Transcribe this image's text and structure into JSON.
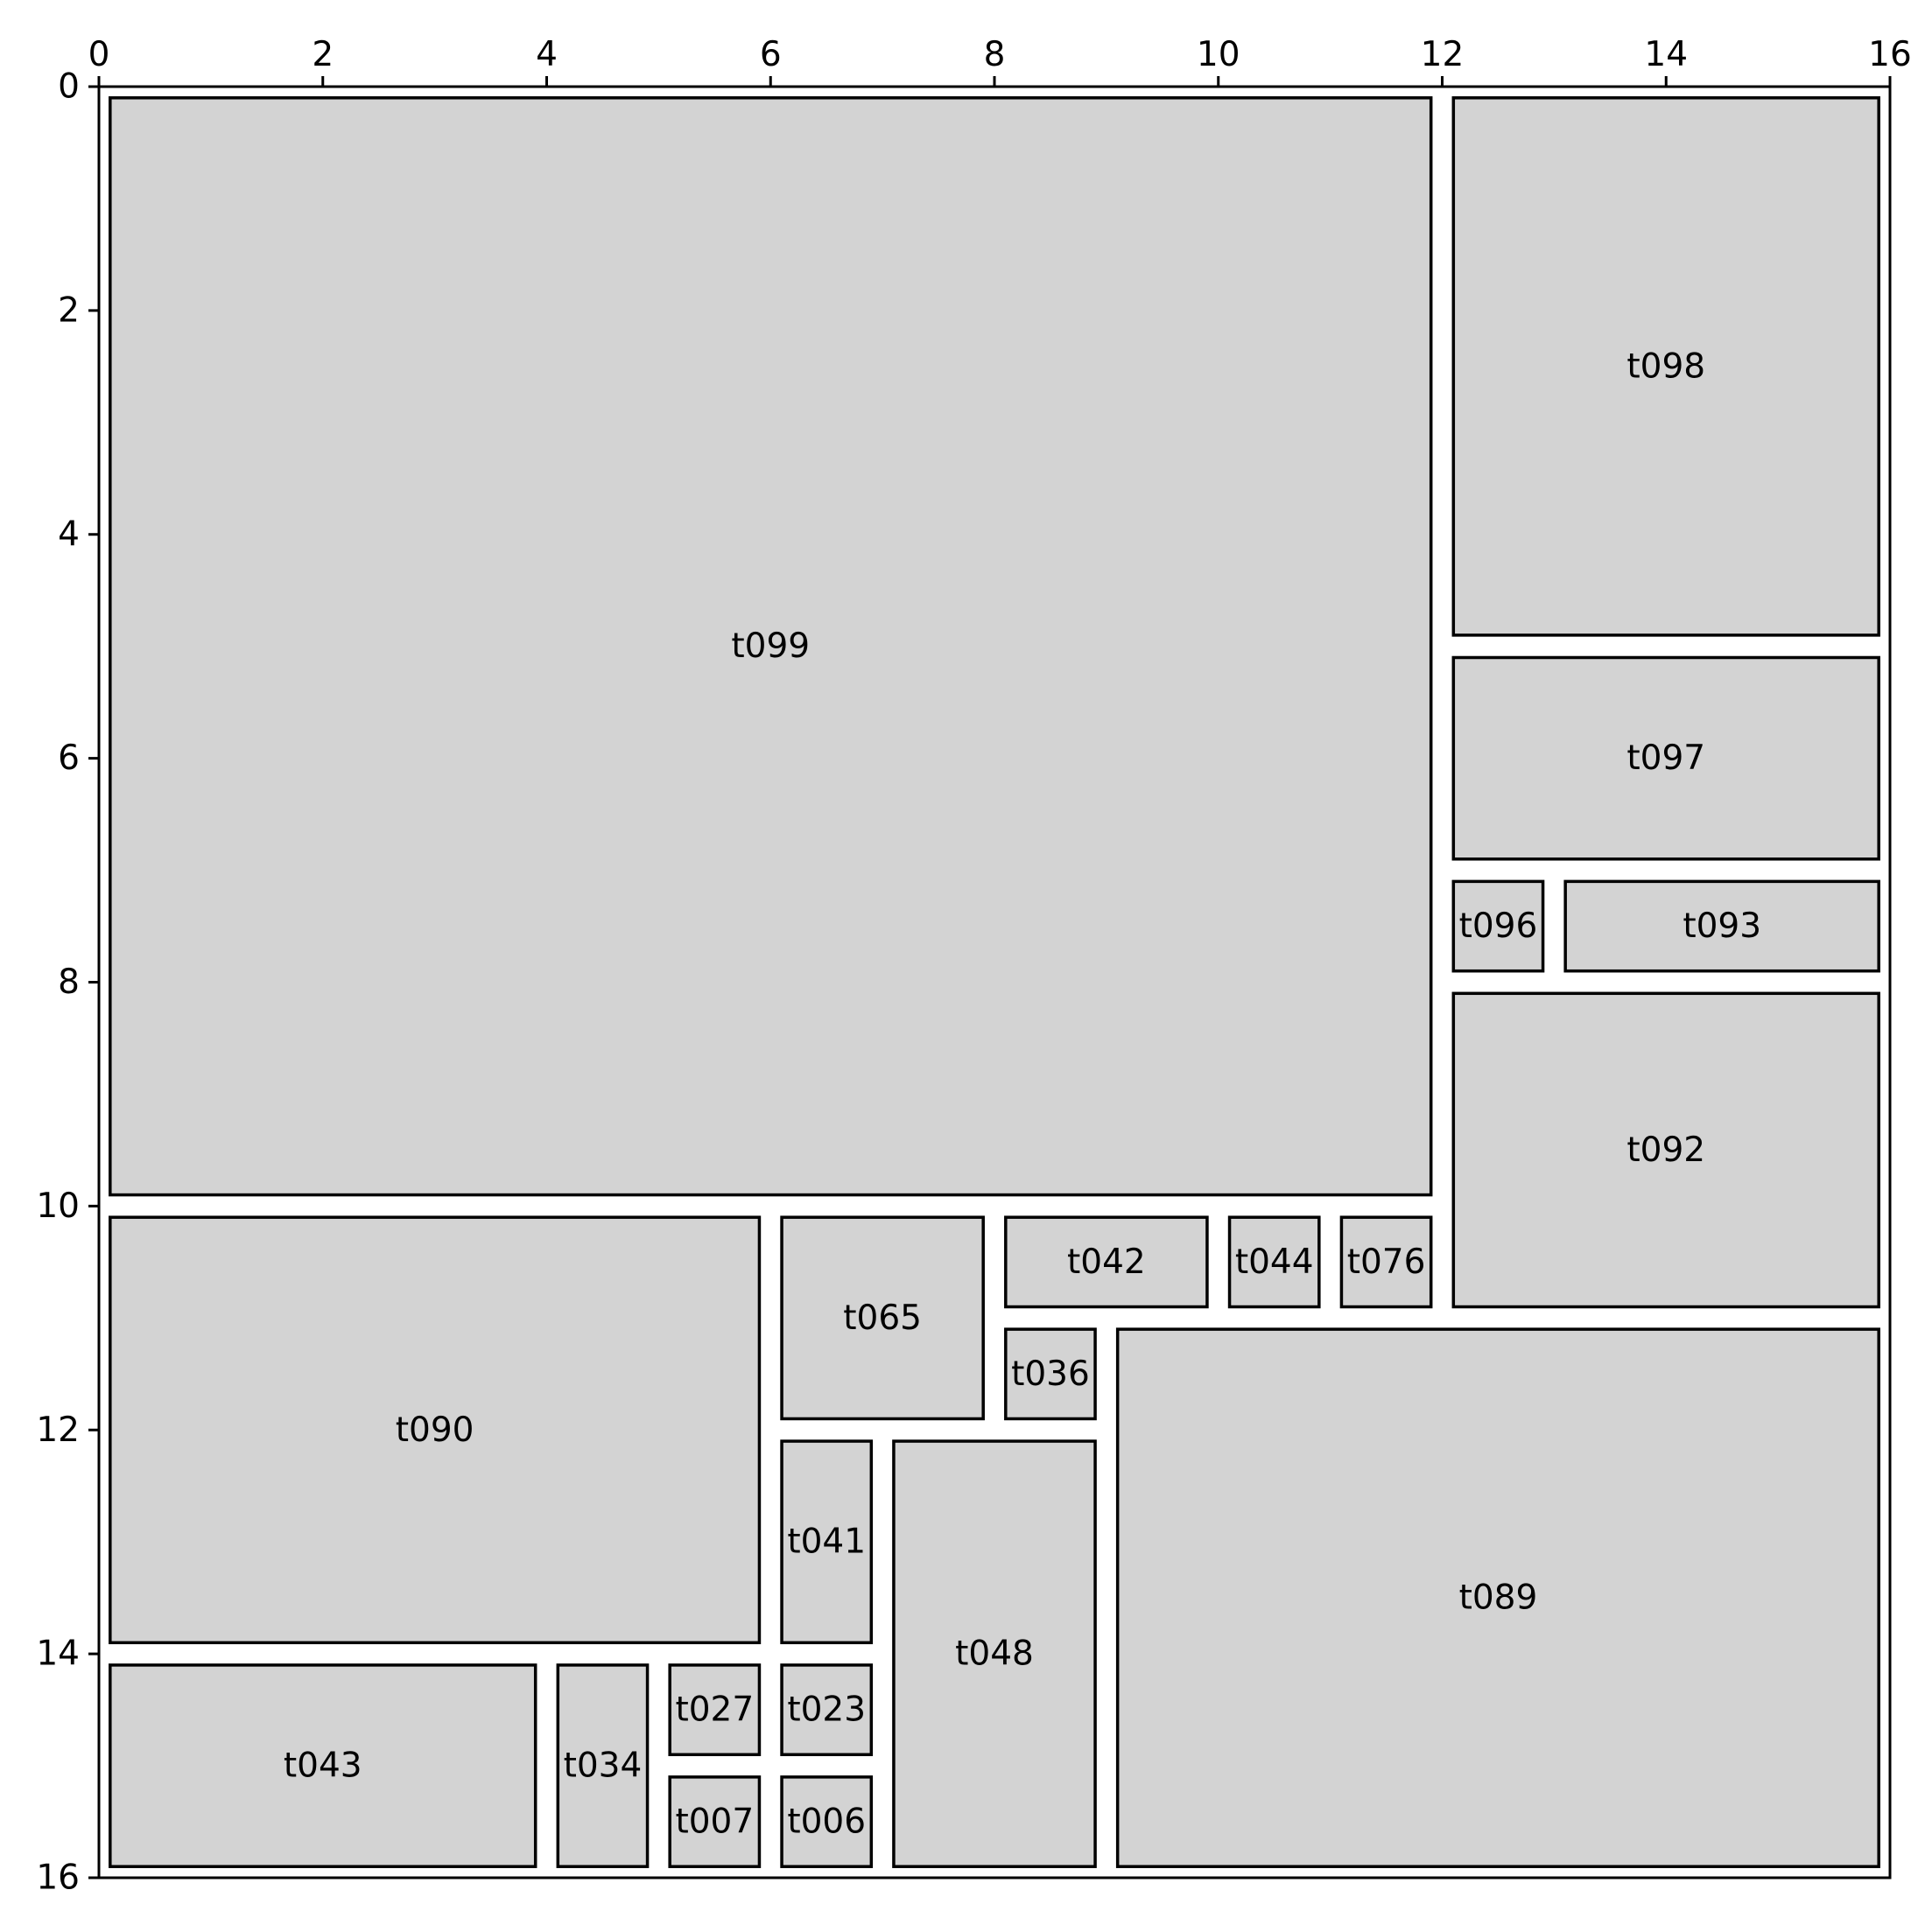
{
  "colors": {
    "tile_fill": "#d3d3d3",
    "stroke": "#000000",
    "background": "#ffffff"
  },
  "chart_data": {
    "type": "treemap",
    "xlim": [
      0,
      16
    ],
    "ylim": [
      0,
      16
    ],
    "y_inverted": true,
    "x_ticks": [
      "0",
      "2",
      "4",
      "6",
      "8",
      "10",
      "12",
      "14",
      "16"
    ],
    "y_ticks": [
      "0",
      "2",
      "4",
      "6",
      "8",
      "10",
      "12",
      "14",
      "16"
    ],
    "tiles": [
      {
        "label": "t099",
        "x0": 0,
        "y0": 0,
        "x1": 12,
        "y1": 10
      },
      {
        "label": "t098",
        "x0": 12,
        "y0": 0,
        "x1": 16,
        "y1": 5
      },
      {
        "label": "t097",
        "x0": 12,
        "y0": 5,
        "x1": 16,
        "y1": 7
      },
      {
        "label": "t096",
        "x0": 12,
        "y0": 7,
        "x1": 13,
        "y1": 8
      },
      {
        "label": "t093",
        "x0": 13,
        "y0": 7,
        "x1": 16,
        "y1": 8
      },
      {
        "label": "t092",
        "x0": 12,
        "y0": 8,
        "x1": 16,
        "y1": 11
      },
      {
        "label": "t090",
        "x0": 0,
        "y0": 10,
        "x1": 6,
        "y1": 14
      },
      {
        "label": "t065",
        "x0": 6,
        "y0": 10,
        "x1": 8,
        "y1": 12
      },
      {
        "label": "t042",
        "x0": 8,
        "y0": 10,
        "x1": 10,
        "y1": 11
      },
      {
        "label": "t044",
        "x0": 10,
        "y0": 10,
        "x1": 11,
        "y1": 11
      },
      {
        "label": "t076",
        "x0": 11,
        "y0": 10,
        "x1": 12,
        "y1": 11
      },
      {
        "label": "t036",
        "x0": 8,
        "y0": 11,
        "x1": 9,
        "y1": 12
      },
      {
        "label": "t089",
        "x0": 9,
        "y0": 11,
        "x1": 16,
        "y1": 16
      },
      {
        "label": "t041",
        "x0": 6,
        "y0": 12,
        "x1": 7,
        "y1": 14
      },
      {
        "label": "t048",
        "x0": 7,
        "y0": 12,
        "x1": 9,
        "y1": 16
      },
      {
        "label": "t043",
        "x0": 0,
        "y0": 14,
        "x1": 4,
        "y1": 16
      },
      {
        "label": "t034",
        "x0": 4,
        "y0": 14,
        "x1": 5,
        "y1": 16
      },
      {
        "label": "t027",
        "x0": 5,
        "y0": 14,
        "x1": 6,
        "y1": 15
      },
      {
        "label": "t023",
        "x0": 6,
        "y0": 14,
        "x1": 7,
        "y1": 15
      },
      {
        "label": "t007",
        "x0": 5,
        "y0": 15,
        "x1": 6,
        "y1": 16
      },
      {
        "label": "t006",
        "x0": 6,
        "y0": 15,
        "x1": 7,
        "y1": 16
      }
    ]
  }
}
